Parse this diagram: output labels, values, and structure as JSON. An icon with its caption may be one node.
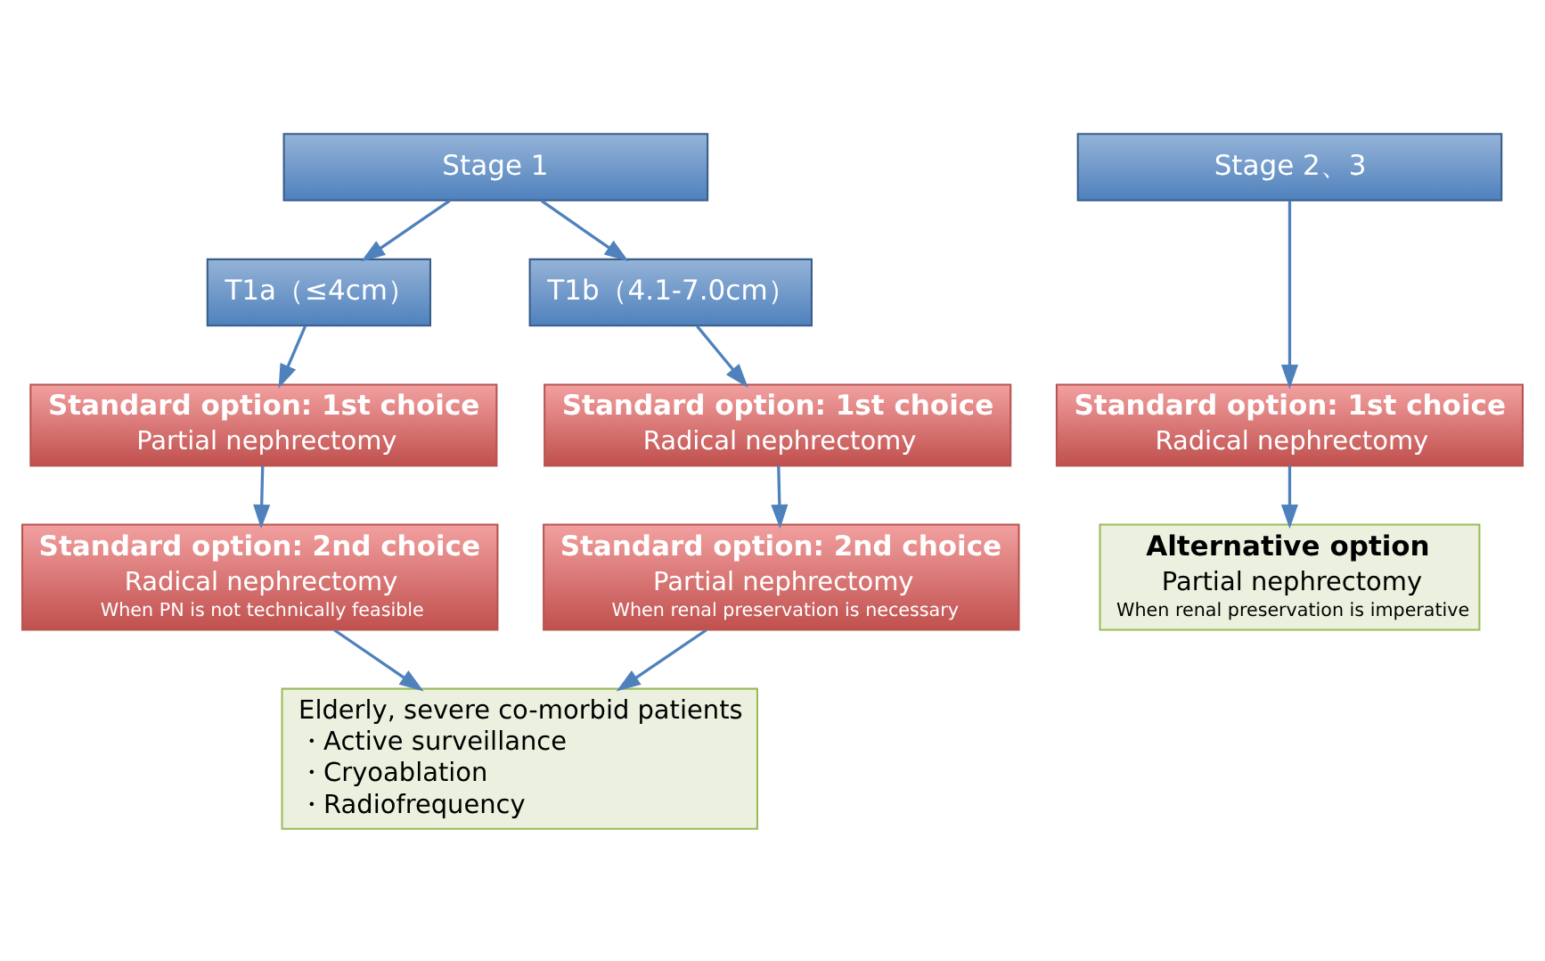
{
  "diagram": {
    "nodes": [
      {
        "text": [
          "Stage 1"
        ]
      },
      {
        "text": [
          "T1a（≤4cm）"
        ]
      },
      {
        "text": [
          "T1b（4.1-7.0cm）"
        ]
      },
      {
        "text": [
          "Stage 2、3"
        ]
      },
      {
        "text": [
          "Standard option: 1st choice",
          "Partial nephrectomy"
        ]
      },
      {
        "text": [
          "Standard option: 1st choice",
          "Radical nephrectomy"
        ]
      },
      {
        "text": [
          "Standard option: 1st choice",
          "Radical nephrectomy"
        ]
      },
      {
        "text": [
          "Standard option: 2nd choice",
          "Radical nephrectomy",
          "When PN is not technically feasible"
        ]
      },
      {
        "text": [
          "Standard option: 2nd choice",
          "Partial nephrectomy",
          "When renal preservation is necessary"
        ]
      },
      {
        "text": [
          "Alternative option",
          "Partial nephrectomy",
          "When renal preservation is imperative"
        ]
      },
      {
        "text": [
          "Elderly, severe co-morbid patients",
          "・Active surveillance",
          "・Cryoablation",
          "・Radiofrequency"
        ]
      }
    ],
    "edges": [
      {
        "from": 0,
        "to": 1,
        "arrow": "to"
      },
      {
        "from": 0,
        "to": 2,
        "arrow": "to"
      },
      {
        "from": 1,
        "to": 4,
        "arrow": "to"
      },
      {
        "from": 2,
        "to": 5,
        "arrow": "to"
      },
      {
        "from": 3,
        "to": 6,
        "arrow": "to"
      },
      {
        "from": 4,
        "to": 7,
        "arrow": "to"
      },
      {
        "from": 5,
        "to": 8,
        "arrow": "to"
      },
      {
        "from": 6,
        "to": 9,
        "arrow": "to"
      },
      {
        "from": 7,
        "to": 10,
        "arrow": "to"
      },
      {
        "from": 8,
        "to": 10,
        "arrow": "to"
      }
    ]
  }
}
